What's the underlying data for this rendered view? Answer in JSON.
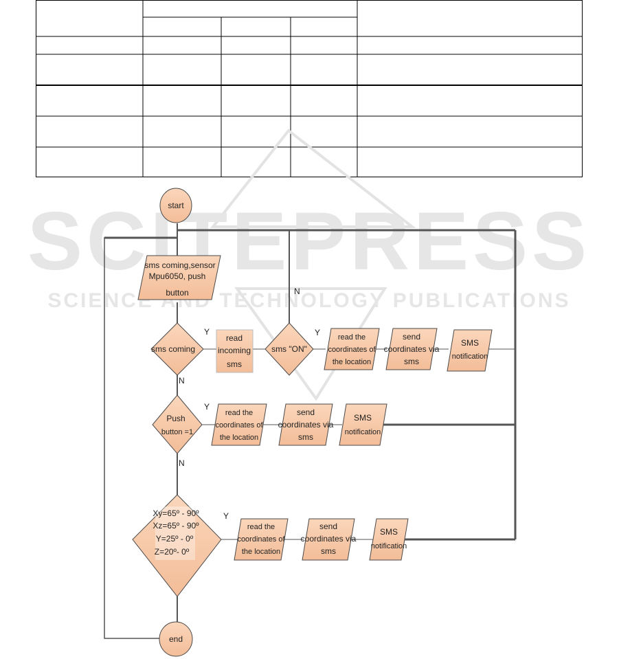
{
  "watermark": {
    "main": "SCITEPRESS",
    "sub": "SCIENCE AND TECHNOLOGY PUBLICATIONS"
  },
  "flowchart": {
    "start": "start",
    "end": "end",
    "input": [
      "sms   coming,sensor",
      "Mpu6050, push",
      "button"
    ],
    "decision_sms_coming": "sms coming",
    "read_incoming": [
      "read",
      "incoming",
      "sms"
    ],
    "decision_sms_on": "sms \"ON\"",
    "read_coords": [
      "read the",
      "coordinates of",
      "the location"
    ],
    "send_coords": [
      "send",
      "coordinates via",
      "sms"
    ],
    "sms_notification": [
      "SMS",
      "notification"
    ],
    "decision_push": [
      "Push",
      "button =1"
    ],
    "decision_angles": [
      "Xy=65º - 90º",
      "Xz=65º - 90º",
      "Y=25º  -  0º",
      "Z=20º- 0º"
    ],
    "yes": "Y",
    "no": "N"
  },
  "colors": {
    "node_fill": "#f7c9a9",
    "node_stroke": "#4a4a4a",
    "line": "#555555",
    "table_line": "#000000"
  }
}
